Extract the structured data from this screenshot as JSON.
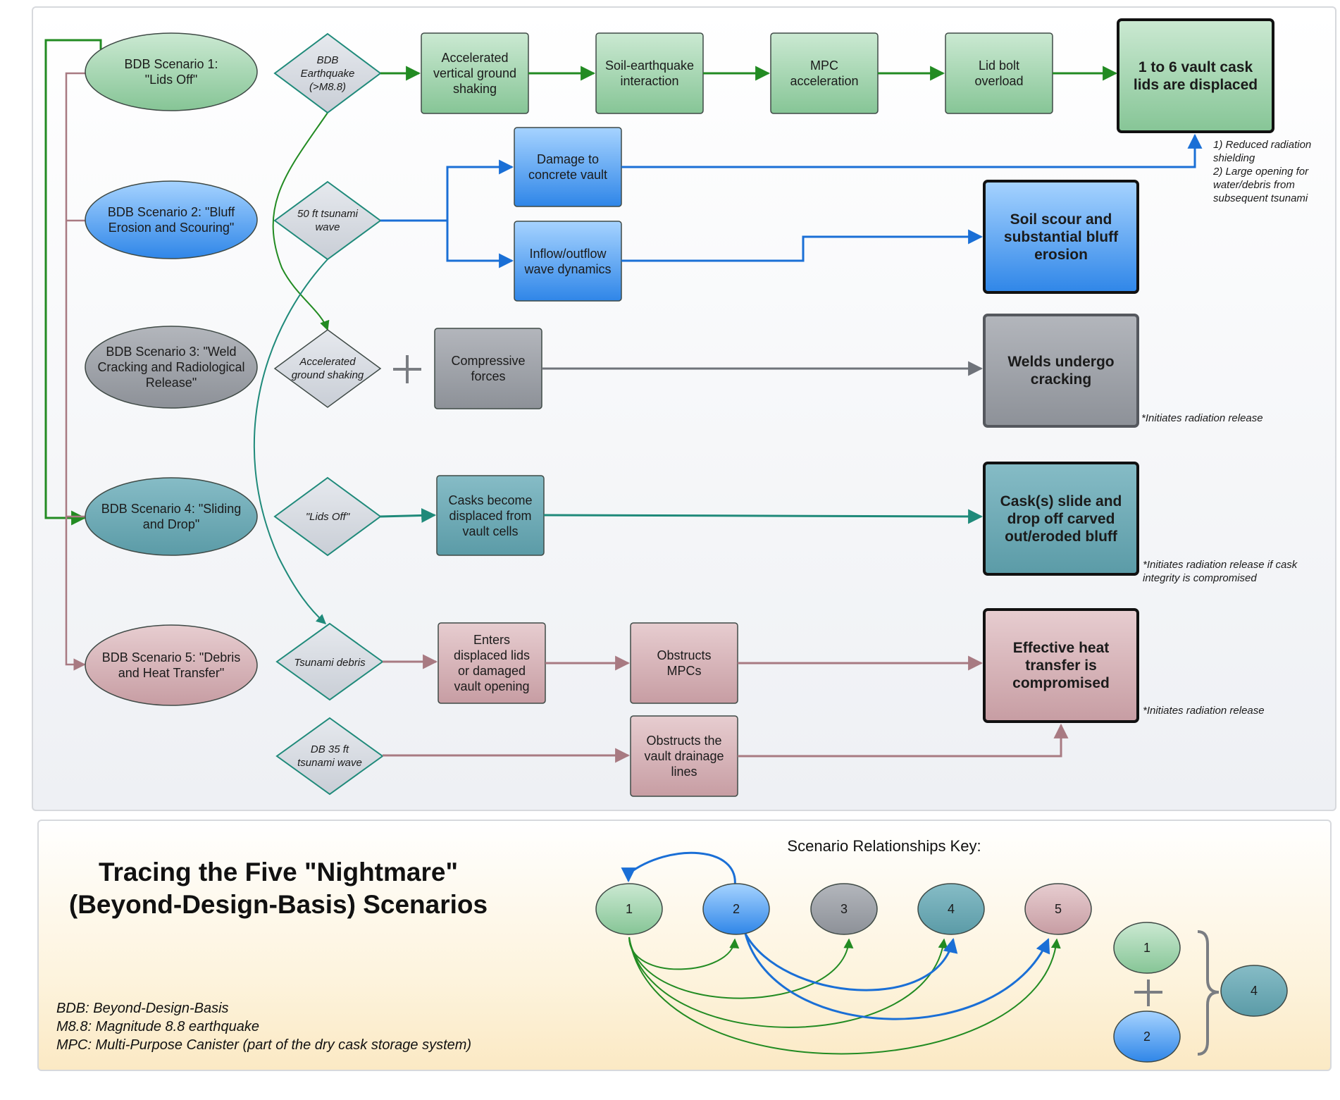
{
  "colors": {
    "green": "#228b22",
    "blue": "#1a6fd6",
    "gray": "#6f737a",
    "teal": "#1f8a7a",
    "rose": "#a87a82"
  },
  "scenarios": [
    {
      "id": "s1",
      "label": "BDB Scenario 1:\n\"Lids Off\""
    },
    {
      "id": "s2",
      "label": "BDB Scenario 2: \"Bluff\nErosion and Scouring\""
    },
    {
      "id": "s3",
      "label": "BDB Scenario 3: \"Weld\nCracking and Radiological\nRelease\""
    },
    {
      "id": "s4",
      "label": "BDB Scenario 4: \"Sliding\nand Drop\""
    },
    {
      "id": "s5",
      "label": "BDB Scenario 5: \"Debris\nand Heat Transfer\""
    }
  ],
  "triggers": [
    {
      "id": "t1",
      "label": "BDB\nEarthquake\n(>M8.8)"
    },
    {
      "id": "t2",
      "label": "50 ft tsunami\nwave"
    },
    {
      "id": "t3",
      "label": "Accelerated\nground shaking"
    },
    {
      "id": "t4",
      "label": "\"Lids Off\""
    },
    {
      "id": "t5",
      "label": "Tsunami debris"
    },
    {
      "id": "t6",
      "label": "DB 35 ft\ntsunami wave"
    }
  ],
  "steps": [
    {
      "id": "a1",
      "label": "Accelerated\nvertical ground\nshaking"
    },
    {
      "id": "a2",
      "label": "Soil-earthquake\ninteraction"
    },
    {
      "id": "a3",
      "label": "MPC\nacceleration"
    },
    {
      "id": "a4",
      "label": "Lid bolt\noverload"
    },
    {
      "id": "b1",
      "label": "Damage to\nconcrete vault"
    },
    {
      "id": "b2",
      "label": "Inflow/outflow\nwave dynamics"
    },
    {
      "id": "c1",
      "label": "Compressive\nforces"
    },
    {
      "id": "d1",
      "label": "Casks become\ndisplaced from\nvault cells"
    },
    {
      "id": "e1",
      "label": "Enters\ndisplaced lids\nor damaged\nvault opening"
    },
    {
      "id": "e2",
      "label": "Obstructs\nMPCs"
    },
    {
      "id": "f1",
      "label": "Obstructs the\nvault drainage\nlines"
    }
  ],
  "outcomes": [
    {
      "id": "o1",
      "label": "1 to 6 vault cask\nlids are displaced"
    },
    {
      "id": "o2",
      "label": "Soil scour and\nsubstantial bluff\nerosion"
    },
    {
      "id": "o3",
      "label": "Welds undergo\ncracking"
    },
    {
      "id": "o4",
      "label": "Cask(s) slide and\ndrop off carved\nout/eroded bluff"
    },
    {
      "id": "o5",
      "label": "Effective heat\ntransfer is\ncompromised"
    }
  ],
  "notes": {
    "o1": "1) Reduced radiation\nshielding\n2) Large opening for\nwater/debris from\nsubsequent tsunami",
    "o3": "*Initiates radiation release",
    "o4": "*Initiates radiation release if cask\n        integrity is compromised",
    "o5": "*Initiates radiation release"
  },
  "title": "Tracing the Five \"Nightmare\"\n(Beyond-Design-Basis) Scenarios",
  "legend": [
    "BDB: Beyond-Design-Basis",
    "M8.8: Magnitude 8.8 earthquake",
    "MPC: Multi-Purpose Canister (part of the dry cask storage system)"
  ],
  "key": {
    "title": "Scenario Relationships Key:",
    "nodes": [
      "1",
      "2",
      "3",
      "4",
      "5"
    ],
    "combo": {
      "a": "1",
      "b": "2",
      "result": "4"
    }
  }
}
